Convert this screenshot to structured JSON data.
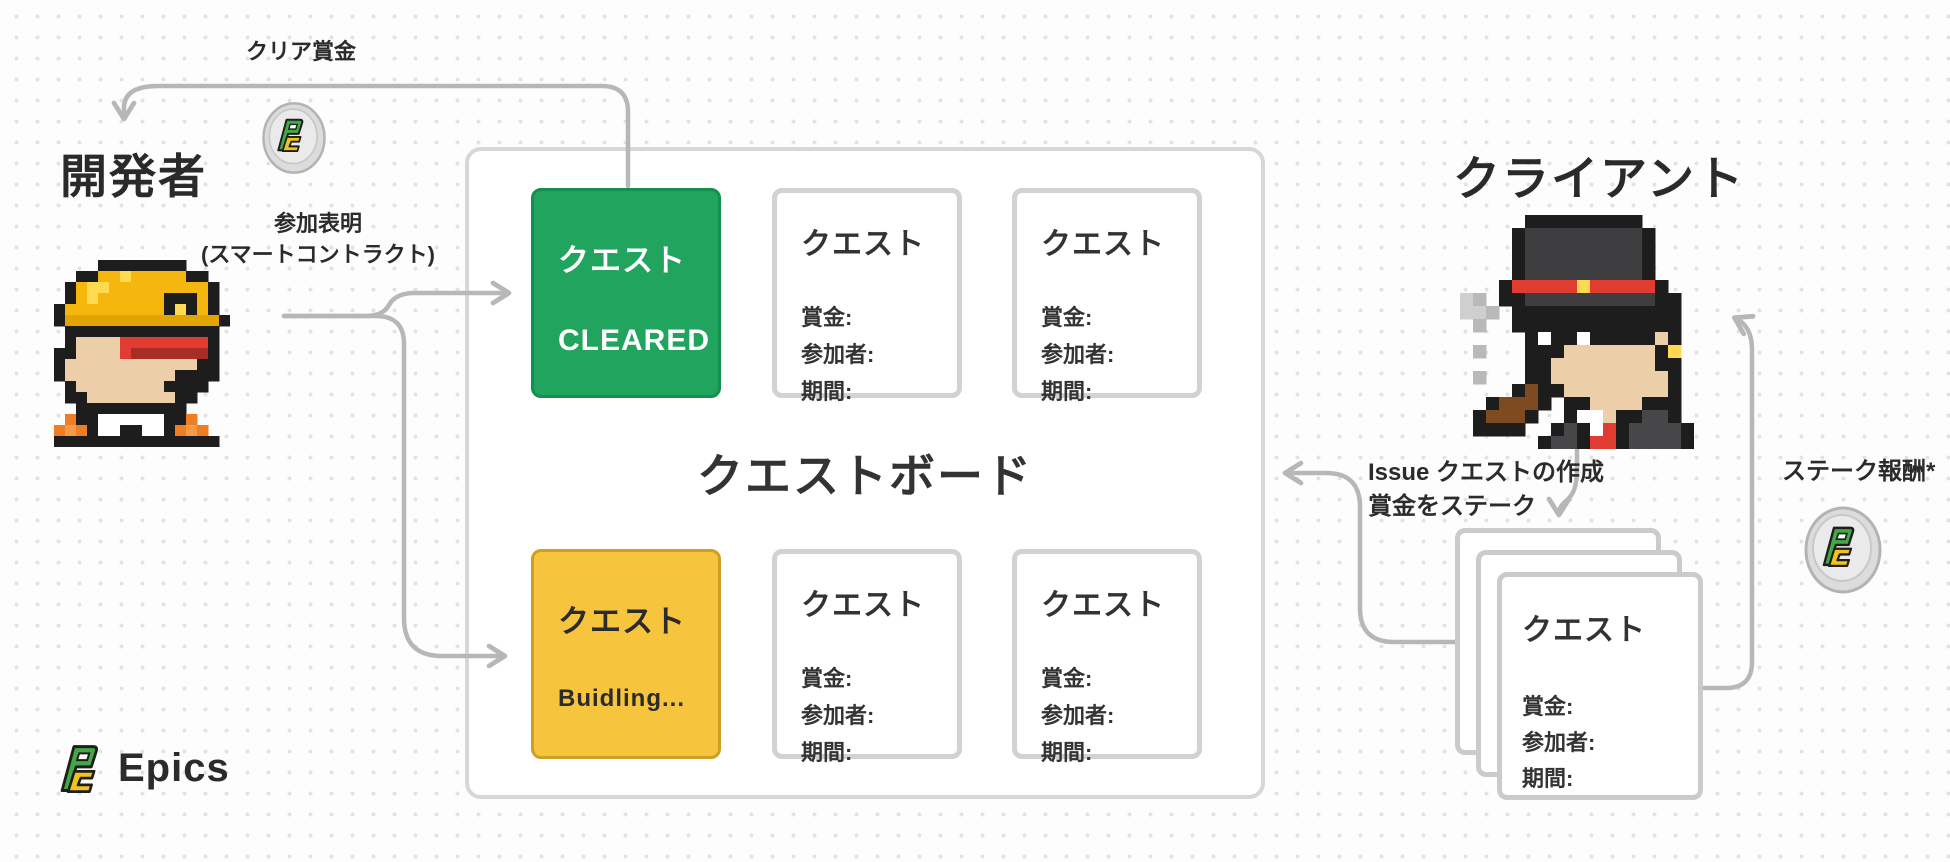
{
  "page": {
    "background_color": "#fdfdfd",
    "dot_color": "#e2e2e2",
    "wire_color": "#b7b7b7"
  },
  "actors": {
    "developer": {
      "heading": "開発者",
      "avatar": "pixel-construction-worker"
    },
    "client": {
      "heading": "クライアント",
      "avatar": "pixel-top-hat-client"
    }
  },
  "labels": {
    "clear_reward": "クリア賞金",
    "participation_line1": "参加表明",
    "participation_line2": "(スマートコントラクト)",
    "issue_line1": "Issue クエストの作成",
    "issue_line2": "賞金をステーク",
    "stake_reward": "ステーク報酬*"
  },
  "board": {
    "title": "クエストボード",
    "cleared_card": {
      "title": "クエスト",
      "status": "CLEARED",
      "fill": "#21a55e"
    },
    "building_card": {
      "title": "クエスト",
      "status": "Buidling...",
      "fill": "#f6c53d"
    },
    "open_cards": [
      {
        "title": "クエスト",
        "fields": [
          "賞金:",
          "参加者:",
          "期間:"
        ]
      },
      {
        "title": "クエスト",
        "fields": [
          "賞金:",
          "参加者:",
          "期間:"
        ]
      },
      {
        "title": "クエスト",
        "fields": [
          "賞金:",
          "参加者:",
          "期間:"
        ]
      },
      {
        "title": "クエスト",
        "fields": [
          "賞金:",
          "参加者:",
          "期間:"
        ]
      }
    ]
  },
  "stack_card": {
    "title": "クエスト",
    "fields": [
      "賞金:",
      "参加者:",
      "期間:"
    ]
  },
  "coin": {
    "name": "epics-token-coin"
  },
  "brand": {
    "name": "Epics"
  }
}
